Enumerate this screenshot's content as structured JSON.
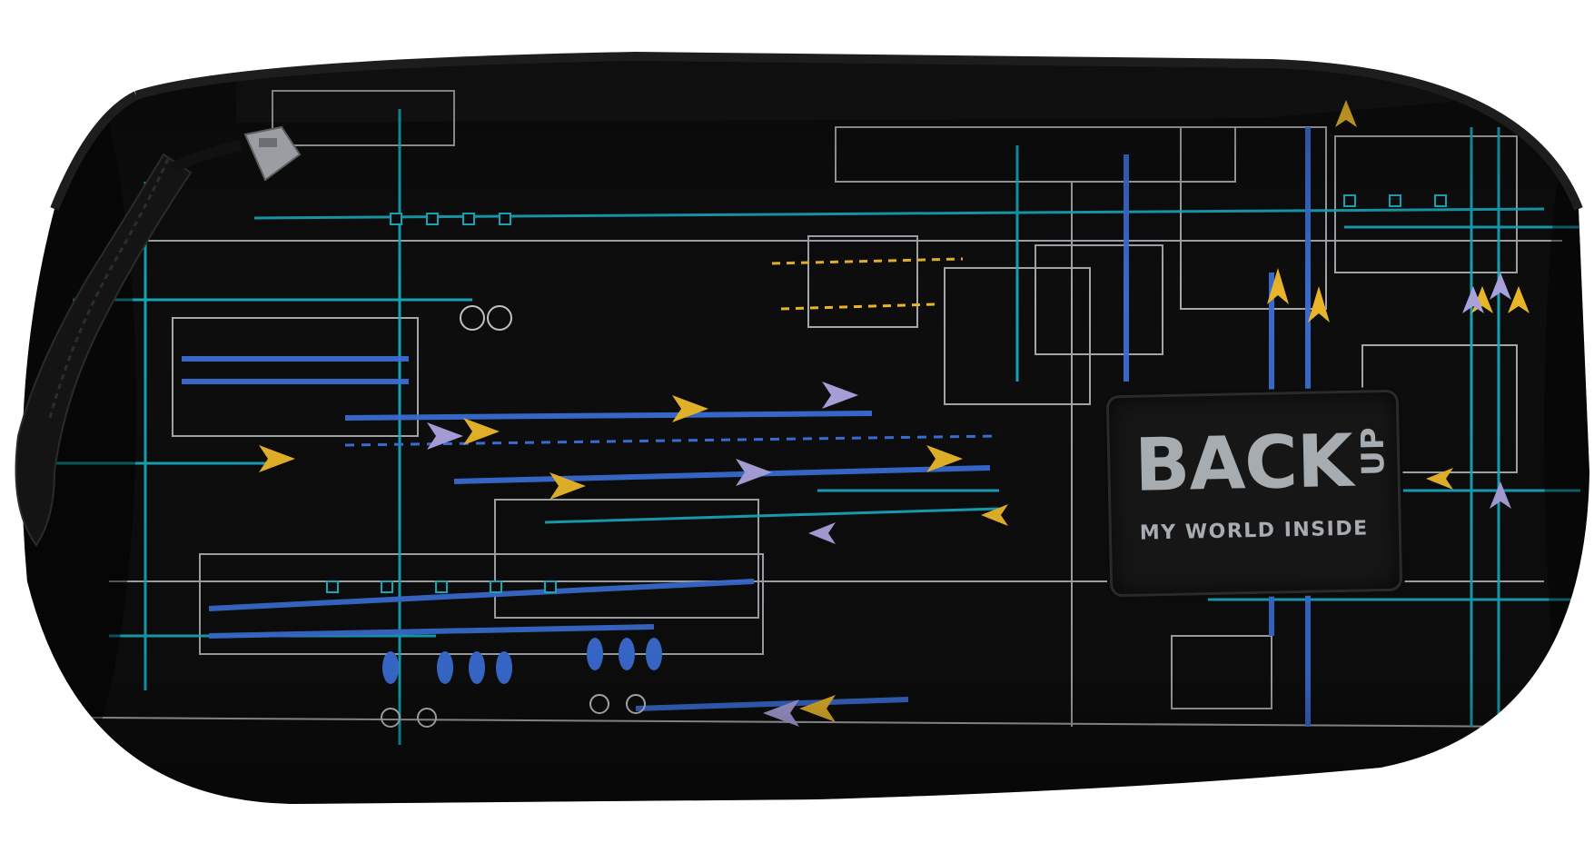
{
  "product": {
    "brand_main": "BACK",
    "brand_up": "UP",
    "tagline": "MY WORLD INSIDE"
  },
  "colors": {
    "fabric": "#0d0d0d",
    "zipper_band": "#1a1a1a",
    "line_blue": "#3b6fd8",
    "line_cyan": "#19b3c7",
    "line_white": "#bfc3c8",
    "arrow_yellow": "#e8b52a",
    "arrow_lavender": "#a9a2dc",
    "logo_text": "#a7acb1"
  }
}
